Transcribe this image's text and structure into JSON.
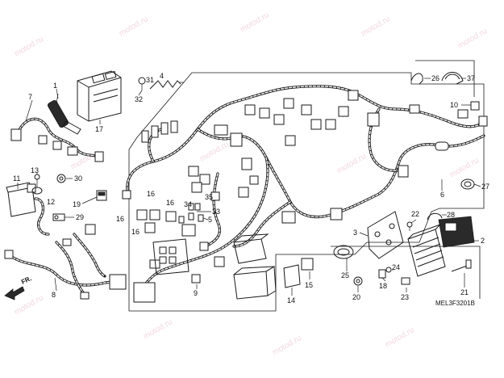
{
  "diagram": {
    "code": "MEL3F3201B",
    "front_arrow_label": "FR.",
    "watermark": "motod.ru",
    "callouts": {
      "c1": "1",
      "c2": "2",
      "c3": "3",
      "c4": "4",
      "c5": "5",
      "c6": "6",
      "c7": "7",
      "c8": "8",
      "c9": "9",
      "c10": "10",
      "c11": "11",
      "c12": "12",
      "c13": "13",
      "c14": "14",
      "c15": "15",
      "c16a": "16",
      "c16b": "16",
      "c16c": "16",
      "c16d": "16",
      "c17": "17",
      "c18": "18",
      "c19": "19",
      "c20": "20",
      "c21": "21",
      "c22": "22",
      "c23": "23",
      "c24": "24",
      "c25": "25",
      "c26": "26",
      "c27": "27",
      "c28": "28",
      "c29": "29",
      "c30": "30",
      "c31": "31",
      "c32": "32",
      "c33": "33",
      "c34": "34",
      "c35": "35",
      "c37": "37"
    }
  }
}
